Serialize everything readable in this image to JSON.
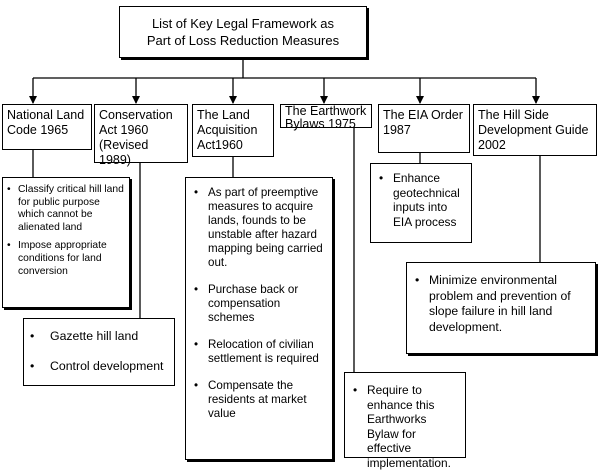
{
  "title": {
    "line1": "List of Key Legal Framework as",
    "line2": "Part of Loss Reduction Measures"
  },
  "laws": [
    {
      "line1": "National Land",
      "line2": "Code 1965"
    },
    {
      "line1": "Conservation",
      "line2": "Act 1960",
      "line3": "(Revised 1989)"
    },
    {
      "line1": "The Land",
      "line2": "Acquisition",
      "line3": "Act1960"
    },
    {
      "line1": "The Earthwork",
      "line2": "Bylaws 1975"
    },
    {
      "line1": "The EIA Order",
      "line2": "1987"
    },
    {
      "line1": "The Hill Side",
      "line2": "Development Guide",
      "line3": "2002"
    }
  ],
  "measures": {
    "national_land_code": [
      "Classify critical hill land for public purpose which cannot be alienated land",
      "Impose appropriate conditions for land conversion"
    ],
    "conservation_act": [
      "Gazette hill land",
      "Control development"
    ],
    "land_acquisition": [
      "As part of preemptive measures to acquire lands, founds to be unstable after hazard mapping being carried out.",
      "Purchase back or compensation schemes",
      "Relocation of civilian settlement is required",
      "Compensate the residents at market value"
    ],
    "earthwork_bylaws": [
      "Require to enhance this Earthworks Bylaw for effective implementation."
    ],
    "eia_order": [
      "Enhance geotechnical inputs into EIA process"
    ],
    "hill_side_guide": [
      "Minimize environmental problem and prevention of slope failure in hill land development."
    ]
  }
}
